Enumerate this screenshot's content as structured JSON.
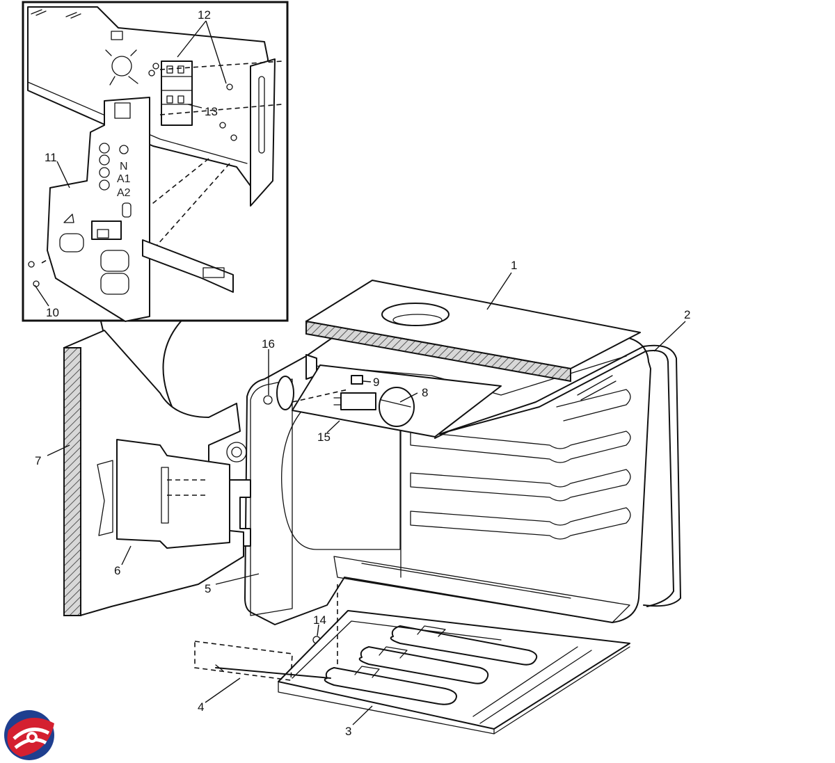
{
  "callouts": [
    {
      "id": "1",
      "text": "1"
    },
    {
      "id": "2",
      "text": "2"
    },
    {
      "id": "3",
      "text": "3"
    },
    {
      "id": "4",
      "text": "4"
    },
    {
      "id": "5",
      "text": "5"
    },
    {
      "id": "6",
      "text": "6"
    },
    {
      "id": "7",
      "text": "7"
    },
    {
      "id": "8",
      "text": "8"
    },
    {
      "id": "9",
      "text": "9"
    },
    {
      "id": "10",
      "text": "10"
    },
    {
      "id": "11",
      "text": "11"
    },
    {
      "id": "12",
      "text": "12"
    },
    {
      "id": "13",
      "text": "13"
    },
    {
      "id": "14",
      "text": "14"
    },
    {
      "id": "15",
      "text": "15"
    },
    {
      "id": "16",
      "text": "16"
    }
  ],
  "terminal_labels": [
    "N",
    "A1",
    "A2"
  ],
  "colors": {
    "line": "#111111",
    "insulation": "#cfcfcf",
    "logo_red": "#d42030",
    "logo_blue": "#1f3f8f"
  }
}
